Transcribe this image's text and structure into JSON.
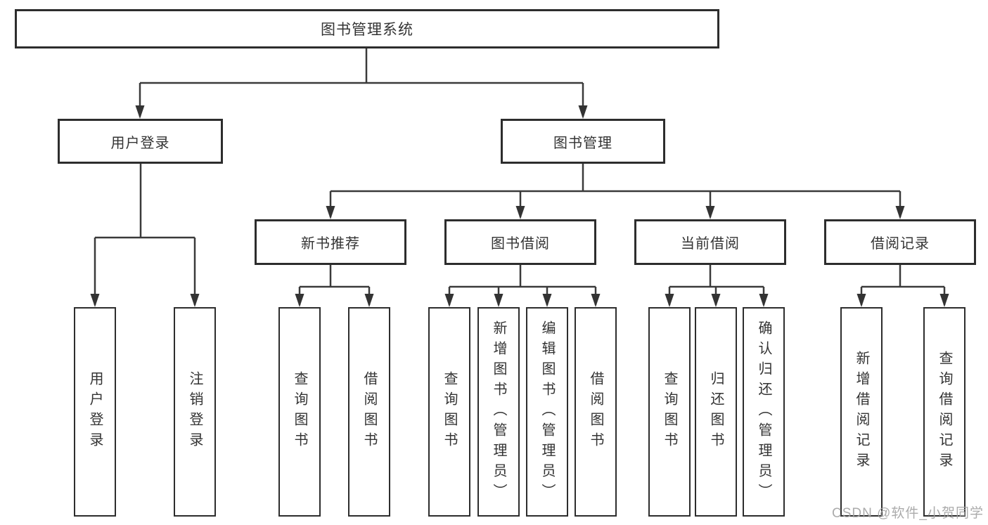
{
  "diagram": {
    "root": {
      "label": "图书管理系统"
    },
    "level2": [
      {
        "label": "用户登录"
      },
      {
        "label": "图书管理"
      }
    ],
    "level3": [
      {
        "label": "新书推荐"
      },
      {
        "label": "图书借阅"
      },
      {
        "label": "当前借阅"
      },
      {
        "label": "借阅记录"
      }
    ],
    "leaves": [
      {
        "label": "用户登录"
      },
      {
        "label": "注销登录"
      },
      {
        "label": "查询图书"
      },
      {
        "label": "借阅图书"
      },
      {
        "label": "查询图书"
      },
      {
        "label": "新增图书（管理员）"
      },
      {
        "label": "编辑图书（管理员）"
      },
      {
        "label": "借阅图书"
      },
      {
        "label": "查询图书"
      },
      {
        "label": "归还图书"
      },
      {
        "label": "确认归还（管理员）"
      },
      {
        "label": "新增借阅记录"
      },
      {
        "label": "查询借阅记录"
      }
    ]
  },
  "watermark": {
    "text": "CSDN @软件_小贺同学"
  },
  "colors": {
    "background": "#ffffff",
    "line": "#3a3a3a",
    "box_border": "#2d2d2d",
    "text": "#333333",
    "watermark": "#a3a3a3"
  }
}
